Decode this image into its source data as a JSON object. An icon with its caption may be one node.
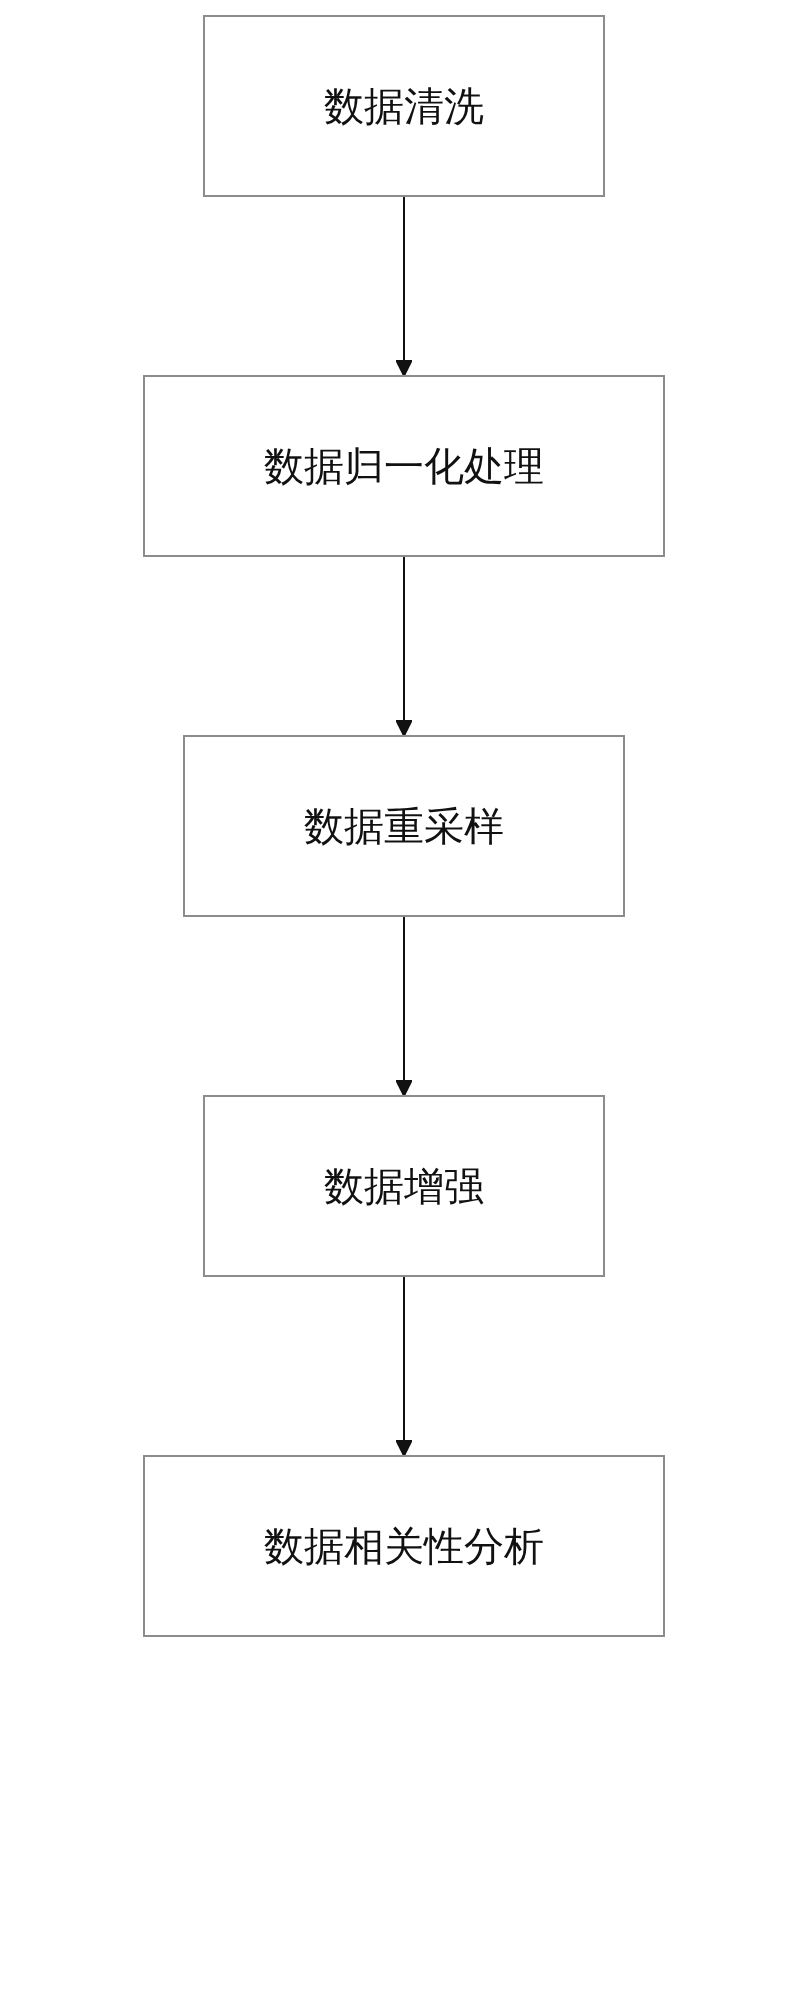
{
  "diagram": {
    "nodes": [
      {
        "text": [
          "数据清洗"
        ]
      },
      {
        "text": [
          "数据归一化处理"
        ]
      },
      {
        "text": [
          "数据重采样"
        ]
      },
      {
        "text": [
          "数据增强"
        ]
      },
      {
        "text": [
          "数据相关性分析"
        ]
      }
    ],
    "edges": [
      {
        "from": 0,
        "to": 1,
        "arrow": "to"
      },
      {
        "from": 1,
        "to": 2,
        "arrow": "to"
      },
      {
        "from": 2,
        "to": 3,
        "arrow": "to"
      },
      {
        "from": 3,
        "to": 4,
        "arrow": "to"
      }
    ]
  }
}
